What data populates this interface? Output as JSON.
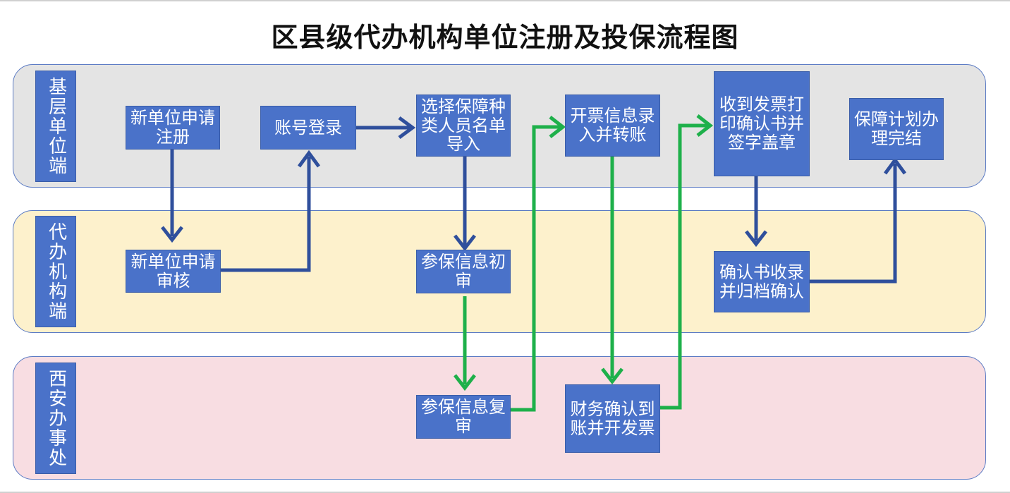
{
  "title": "区县级代办机构单位注册及投保流程图",
  "lanes": [
    {
      "label": "基层单位端",
      "color": "#e4e4e4"
    },
    {
      "label": "代办机构端",
      "color": "#fdf1cc"
    },
    {
      "label": "西安办事处",
      "color": "#f8dde2"
    }
  ],
  "nodes": {
    "n1": "新单位申请注册",
    "n2": "账号登录",
    "n3": "选择保障种类人员名单导入",
    "n4": "开票信息录入并转账",
    "n5": "收到发票打印确认书并签字盖章",
    "n6": "保障计划办理完结",
    "n7": "新单位申请审核",
    "n8": "参保信息初审",
    "n9": "确认书收录并归档确认",
    "n10": "参保信息复审",
    "n11": "财务确认到账并开发票"
  },
  "colors": {
    "box": "#4a72c9",
    "blue_arrow": "#2f4f9c",
    "green_arrow": "#1eb04a"
  }
}
